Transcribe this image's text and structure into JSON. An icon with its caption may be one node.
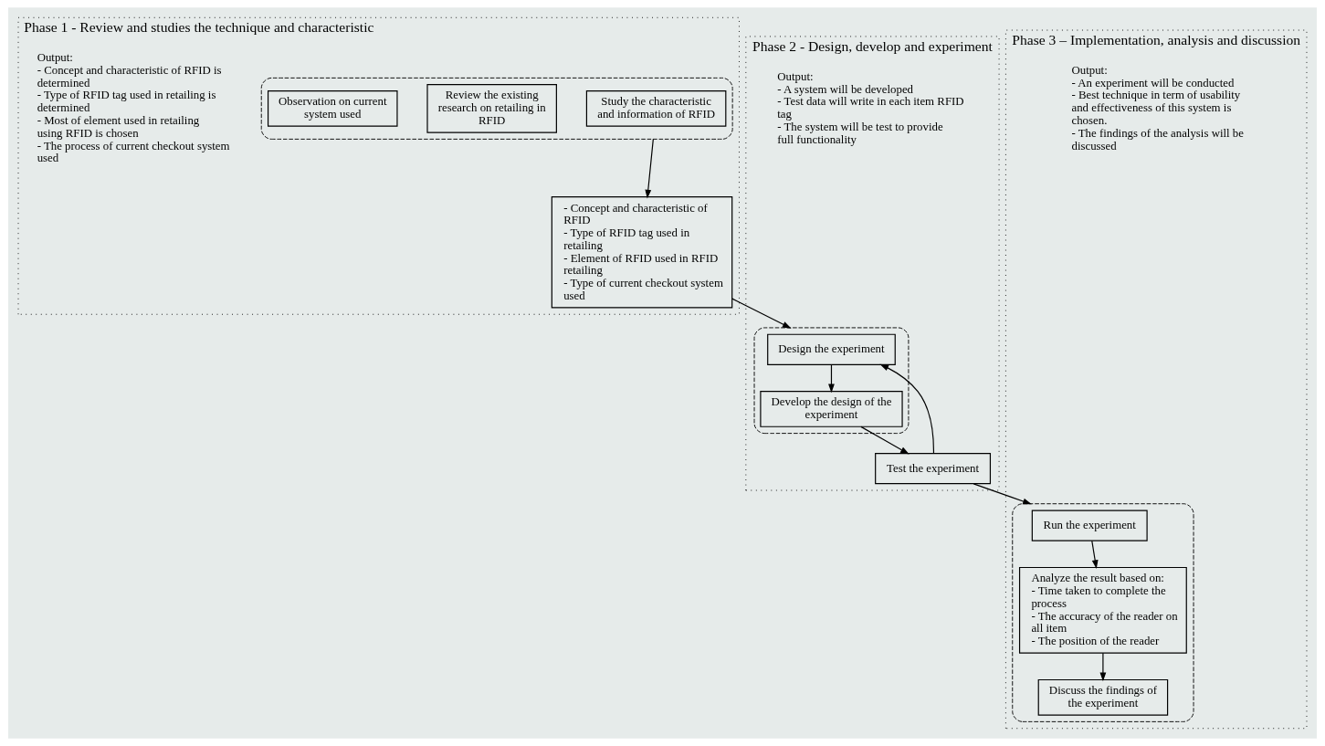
{
  "diagram": {
    "nodes": [
      {
        "text": [
          "Phase 1 - Review and studies the technique and characteristic",
          "Output: - Concept and characteristic of RFID is determined - Type of RFID tag used in retailing is determined - Most of element used in retailing using RFID is chosen - The process of current checkout system used"
        ]
      },
      {
        "text": [],
        "shape": "box",
        "in": 0
      },
      {
        "text": [
          "Study the characteristic and information of RFID"
        ],
        "in": 1
      },
      {
        "text": [
          "Review the existing research on retailing in RFID"
        ],
        "in": 1
      },
      {
        "text": [
          "Observation on current system used"
        ],
        "in": 1
      },
      {
        "text": [
          "- Concept and characteristic of RFID - Type of RFID tag used in retailing - Element of RFID used in RFID retailing - Type of current checkout system used"
        ],
        "in": 0
      },
      {
        "text": [
          "Phase 2 - Design, develop and experiment",
          "Output: - A system will be developed - Test data will write in each item RFID tag - The system will be test to provide full functionality"
        ]
      },
      {
        "text": [],
        "shape": "box",
        "in": 6
      },
      {
        "text": [
          "Design the experiment"
        ],
        "in": 7
      },
      {
        "text": [
          "Develop the design of the experiment"
        ],
        "in": 7
      },
      {
        "text": [
          "Test the experiment"
        ],
        "in": 6
      },
      {
        "text": [
          "Phase 3 – Implementation, analysis and discussion",
          "Output: - An experiment will be conducted - Best technique in term of usability and effectiveness of this system is chosen. - The findings of the analysis will be discussed"
        ]
      },
      {
        "text": [],
        "shape": "box",
        "in": 11
      },
      {
        "text": [
          "Run the experiment"
        ],
        "in": 12
      },
      {
        "text": [
          "Analyze the result based on: - Time taken to complete the process - The accuracy of the reader on all item - The position of the reader"
        ],
        "in": 12
      },
      {
        "text": [
          "Discuss the findings of the experiment"
        ],
        "in": 12
      }
    ],
    "edges": [
      {
        "from": 1,
        "to": 5,
        "arrow": "to"
      },
      {
        "from": 5,
        "to": 7,
        "arrow": "to"
      },
      {
        "from": 8,
        "to": 9,
        "arrow": "to"
      },
      {
        "from": 9,
        "to": 10,
        "arrow": "to"
      },
      {
        "from": 10,
        "to": 8,
        "arrow": "to"
      },
      {
        "from": 10,
        "to": 12,
        "arrow": "to"
      },
      {
        "from": 13,
        "to": 14,
        "arrow": "to"
      },
      {
        "from": 14,
        "to": 15,
        "arrow": "to"
      }
    ]
  }
}
